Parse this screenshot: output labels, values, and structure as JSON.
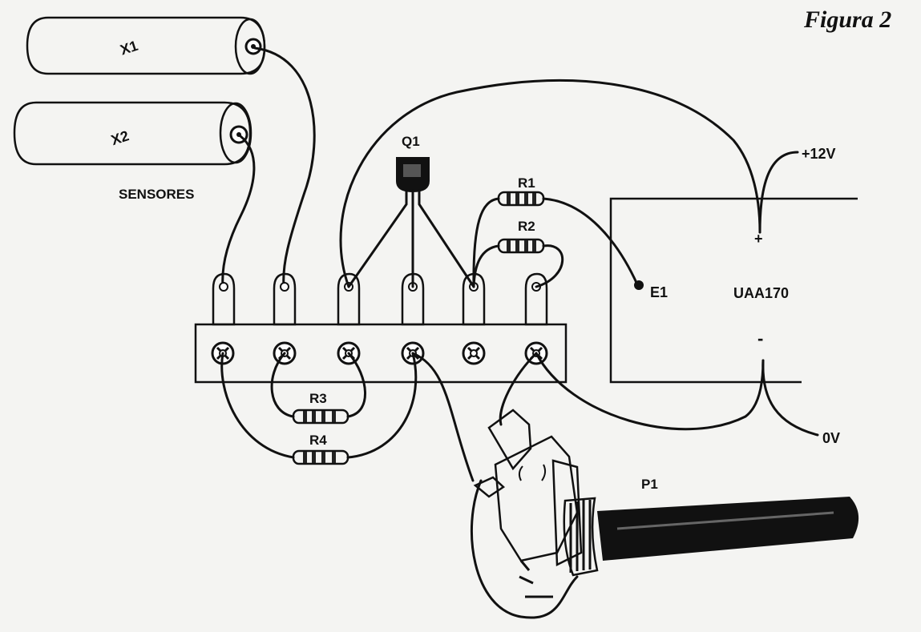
{
  "figure_label": "Figura 2",
  "labels": {
    "x1": "X1",
    "x2": "X2",
    "sensors": "SENSORES",
    "q1": "Q1",
    "r1": "R1",
    "r2": "R2",
    "r3": "R3",
    "r4": "R4",
    "p1": "P1",
    "ic": "UAA170",
    "e1": "E1",
    "plus12": "+12V",
    "zero": "0V",
    "plus_sign": "+",
    "minus_sign": "-"
  },
  "colors": {
    "ink": "#111111",
    "paper": "#f4f4f2",
    "resistor_band": "#222222"
  }
}
